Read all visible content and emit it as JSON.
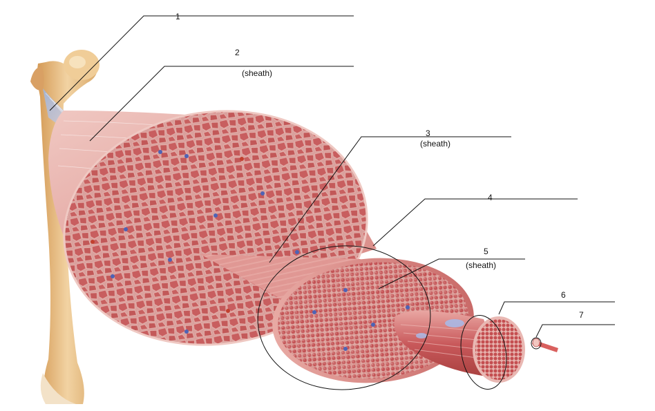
{
  "labels": [
    {
      "number": "1",
      "note": ""
    },
    {
      "number": "2",
      "note": "(sheath)"
    },
    {
      "number": "3",
      "note": "(sheath)"
    },
    {
      "number": "4",
      "note": ""
    },
    {
      "number": "5",
      "note": "(sheath)"
    },
    {
      "number": "6",
      "note": ""
    },
    {
      "number": "7",
      "note": ""
    }
  ],
  "colors": {
    "muscle": "#c8585a",
    "muscle_dark": "#a8403f",
    "muscle_light": "#e3a09b",
    "sheath": "#eab7b2",
    "bone": "#e6b679",
    "bone_light": "#f4dcb5",
    "tendon": "#b7c9e6",
    "cell_blue": "#4e63b5",
    "line": "#111111"
  }
}
